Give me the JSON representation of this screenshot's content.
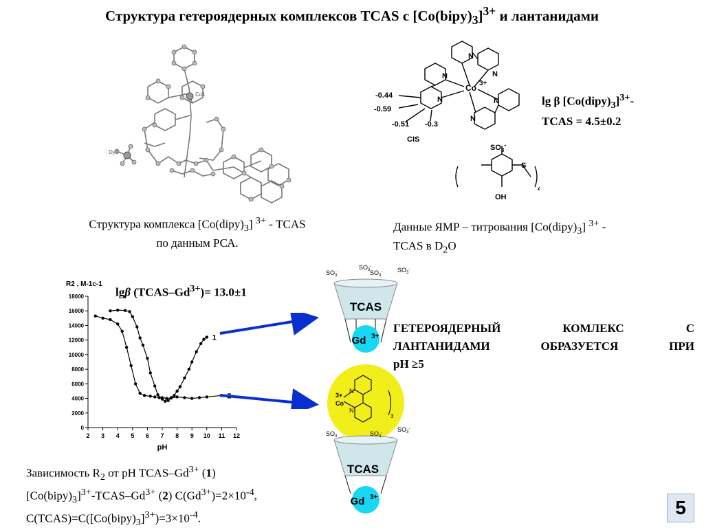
{
  "title": {
    "main": "Структура гетероядерных комплексов TCAS с [Co(bipy)",
    "sub": "3",
    "sup": "3+",
    "tail": " и лантанидами"
  },
  "xray": {
    "atom_labels": [
      "Co1",
      "Dy1"
    ],
    "caption_line1_pre": "Структура комплекса [Co(dipy)",
    "caption_sub": "3",
    "caption_line1_post": "]",
    "caption_sup": "3+",
    "caption_line1_tail": " - TCAS",
    "caption_line2": "по данным РСА."
  },
  "nmr": {
    "atoms": {
      "N": "N",
      "co": "Co",
      "co_charge": "3+",
      "so3": "SO",
      "so3_sub": "3",
      "so3_charge": "-",
      "s": "S",
      "oh": "OH",
      "repeat": "4"
    },
    "shifts": [
      "-0.44",
      "-0.59",
      "-0.51",
      "-0.3"
    ],
    "isomer_label": "CIS",
    "logbeta_line1": "lg  β  [Co(dipy)",
    "logbeta_sub": "3",
    "logbeta_sup": "3+",
    "logbeta_line1_tail": "-",
    "logbeta_line2": "TCAS = 4.5±0.2",
    "caption_line1_pre": "Данные ЯМР – титрования [Co(dipy)",
    "caption_sub": "3",
    "caption_line1_post": "]",
    "caption_sup": "3+",
    "caption_line1_tail": " -",
    "caption_line2_pre": "TCAS в D",
    "caption_line2_sub": "2",
    "caption_line2_tail": "O"
  },
  "logbeta_gd": {
    "pre": "lg",
    "beta": "β",
    "mid": " (TCAS–Gd",
    "sup": "3+",
    "post": ")= 13.0±1"
  },
  "chart_data": {
    "type": "line",
    "title": "",
    "ylabel": "R2 , M-1c-1",
    "xlabel": "pH",
    "xlim": [
      2,
      12
    ],
    "ylim": [
      0,
      18000
    ],
    "x_ticks": [
      2,
      3,
      4,
      5,
      6,
      7,
      8,
      9,
      10,
      11,
      12
    ],
    "y_ticks": [
      0,
      2000,
      4000,
      6000,
      8000,
      10000,
      12000,
      14000,
      16000,
      18000
    ],
    "grid": false,
    "series": [
      {
        "name": "1",
        "x": [
          3.5,
          4.0,
          4.5,
          4.8,
          5.0,
          5.3,
          5.5,
          5.7,
          6.0,
          6.2,
          6.5,
          6.7,
          7.0,
          7.2,
          7.4,
          7.6,
          7.8,
          8.0,
          8.2,
          8.5,
          8.8,
          9.0,
          9.3,
          9.6,
          9.8,
          10.0
        ],
        "y": [
          16000,
          16100,
          16050,
          15900,
          15200,
          13800,
          12300,
          11300,
          9500,
          7500,
          5700,
          4500,
          3900,
          3600,
          3700,
          4100,
          4400,
          5000,
          5600,
          6800,
          8000,
          9000,
          10400,
          11500,
          12100,
          12400
        ]
      },
      {
        "name": "2",
        "x": [
          2.5,
          3.0,
          3.5,
          4.0,
          4.3,
          4.6,
          4.9,
          5.2,
          5.5,
          5.8,
          6.2,
          6.5,
          6.8,
          7.0,
          7.3,
          7.6,
          8.0,
          8.5,
          9.0,
          9.5,
          10.0,
          11.0
        ],
        "y": [
          15300,
          15000,
          14800,
          14200,
          13200,
          11000,
          8500,
          6000,
          4700,
          4400,
          4300,
          4200,
          4100,
          4100,
          4000,
          4050,
          4200,
          4100,
          4000,
          4100,
          4200,
          4400
        ]
      }
    ]
  },
  "chart_caption": {
    "line1_pre": "Зависимость R",
    "line1_sub": "2",
    "line1_mid": " от pH  TCAS–Gd",
    "line1_sup": "3+",
    "line1_tail_pre": " (",
    "line1_num": "1",
    "line1_tail_post": ")",
    "line2_pre": "[Co(bipy)",
    "line2_sub": "3",
    "line2_mid": "]",
    "line2_sup": "3+",
    "line2_mid2": "-TCAS–Gd",
    "line2_sup2": "3+",
    "line2_tail_pre": " (",
    "line2_num": "2",
    "line2_tail_mid": ") C(Gd",
    "line2_sup3": "3+",
    "line2_tail_post": ")=2×10",
    "line2_exp": "-4",
    "line2_end": ",",
    "line3_pre": "C(TCAS)=C([Co(bipy)",
    "line3_sub": "3",
    "line3_mid": "]",
    "line3_sup": "3+",
    "line3_tail": ")=3×10",
    "line3_exp": "-4",
    "line3_end": "."
  },
  "scheme": {
    "so3_label": "SO",
    "so3_sub": "3",
    "so3_charge": "-",
    "tcas_label": "TCAS",
    "gd_label": "Gd",
    "gd_charge": "3+",
    "co_label": "Co",
    "co_charge": "3+",
    "n_label": "N",
    "bipy_repeat": "3"
  },
  "heterocomplex_text": {
    "line1": "ГЕТЕРОЯДЕРНЫЙ КОМЛЕКС С",
    "line2": "ЛАНТАНИДАМИ ОБРАЗУЕТСЯ ПРИ",
    "line3": "pH ≥5"
  },
  "colors": {
    "arrow": "#0a2fd0",
    "gd_ball": "#19d6f2",
    "co_ball": "#f2ee1a",
    "cone": "#cfe6ea"
  },
  "page_number": "5"
}
